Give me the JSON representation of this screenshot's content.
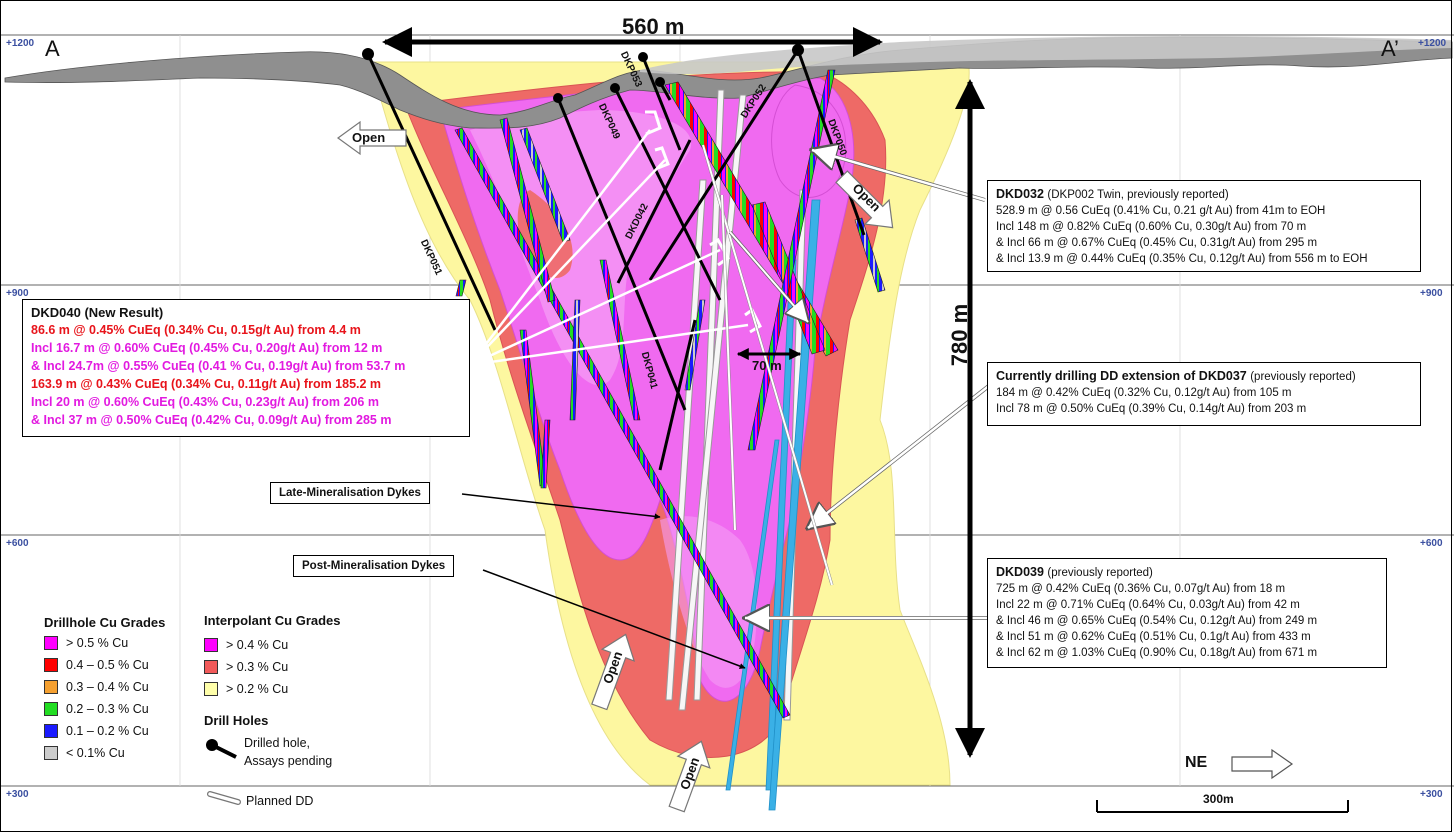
{
  "section": {
    "left": "A",
    "right": "A’"
  },
  "elevations": {
    "e1200": "+1200",
    "e900": "+900",
    "e600": "+600",
    "e300": "+300"
  },
  "dimensions": {
    "width": "560 m",
    "depth": "780 m",
    "dyke_gap": "70 m",
    "scale_bar": "300m",
    "north": "NE"
  },
  "open_labels": [
    "Open",
    "Open",
    "Open",
    "Open"
  ],
  "drillholes": {
    "dkp051": "DKP051",
    "dkp049": "DKP049",
    "dkp053": "DKP053",
    "dkp052": "DKP052",
    "dkp050": "DKP050",
    "dkd042": "DKD042",
    "dkp041": "DKP041"
  },
  "dkd040": {
    "title": "DKD040 (New Result)",
    "lines": [
      "86.6 m @ 0.45% CuEq (0.34% Cu, 0.15g/t Au) from 4.4 m",
      "Incl 16.7 m @ 0.60% CuEq (0.45% Cu, 0.20g/t Au) from 12 m",
      "& Incl 24.7m @ 0.55% CuEq (0.41 % Cu, 0.19g/t Au) from 53.7 m",
      "163.9 m @ 0.43% CuEq (0.34% Cu, 0.11g/t Au) from 185.2 m",
      "Incl 20 m @ 0.60% CuEq (0.43% Cu, 0.23g/t Au) from 206 m",
      "& Incl 37 m @ 0.50% CuEq (0.42% Cu, 0.09g/t Au) from 285 m"
    ]
  },
  "dkd032": {
    "title": "DKD032",
    "subtitle": "(DKP002 Twin, previously reported)",
    "lines": [
      "528.9 m @ 0.56 CuEq (0.41% Cu, 0.21 g/t Au) from 41m to EOH",
      "Incl 148 m @ 0.82% CuEq (0.60% Cu, 0.30g/t Au) from 70 m",
      "& Incl 66 m @ 0.67% CuEq (0.45% Cu, 0.31g/t Au) from 295 m",
      "& Incl 13.9 m @ 0.44% CuEq (0.35% Cu, 0.12g/t Au) from 556 m to EOH"
    ]
  },
  "dkd037": {
    "title": "Currently drilling DD extension of DKD037",
    "subtitle": "(previously reported)",
    "lines": [
      "184  m @ 0.42% CuEq (0.32% Cu, 0.12g/t Au) from 105 m",
      "Incl 78 m @ 0.50% CuEq (0.39% Cu, 0.14g/t Au) from 203 m"
    ]
  },
  "dkd039": {
    "title": "DKD039",
    "subtitle": "(previously reported)",
    "lines": [
      "725 m @ 0.42% CuEq (0.36% Cu, 0.07g/t Au) from 18 m",
      "Incl 22 m @ 0.71% CuEq (0.64% Cu, 0.03g/t Au) from 42 m",
      "& Incl 46 m @ 0.65% CuEq (0.54% Cu, 0.12g/t Au) from 249 m",
      "& Incl 51 m @ 0.62% CuEq (0.51% Cu, 0.1g/t Au) from 433 m",
      "& Incl 62 m @ 1.03% CuEq (0.90% Cu, 0.18g/t Au) from 671 m"
    ]
  },
  "callouts": {
    "late_dykes": "Late-Mineralisation Dykes",
    "post_dykes": "Post-Mineralisation Dykes"
  },
  "legend": {
    "drillhole_title": "Drillhole Cu Grades",
    "drillhole_items": [
      {
        "label": "> 0.5 % Cu",
        "color": "#ff00ff"
      },
      {
        "label": "0.4 – 0.5 % Cu",
        "color": "#ff0000"
      },
      {
        "label": "0.3 – 0.4 % Cu",
        "color": "#f5a030"
      },
      {
        "label": "0.2 – 0.3 % Cu",
        "color": "#22dd22"
      },
      {
        "label": "0.1 – 0.2 % Cu",
        "color": "#1a1aff"
      },
      {
        "label": "< 0.1% Cu",
        "color": "#cccccc"
      }
    ],
    "interpolant_title": "Interpolant Cu Grades",
    "interpolant_items": [
      {
        "label": "> 0.4 % Cu",
        "color": "#ff00ff"
      },
      {
        "label": "> 0.3 % Cu",
        "color": "#f25a5a"
      },
      {
        "label": "> 0.2 % Cu",
        "color": "#ffffaa"
      }
    ],
    "holes_title": "Drill Holes",
    "drilled_hole": "Drilled hole,",
    "assays_pending": "Assays pending",
    "planned": "Planned DD"
  },
  "colors": {
    "shell_02": "#fdf7a0",
    "shell_03": "#ee6a66",
    "shell_04": "#f06af0",
    "core_04": "#f59cf5",
    "topo": "#8f8f8f",
    "dyke": "#3ab0e6"
  }
}
